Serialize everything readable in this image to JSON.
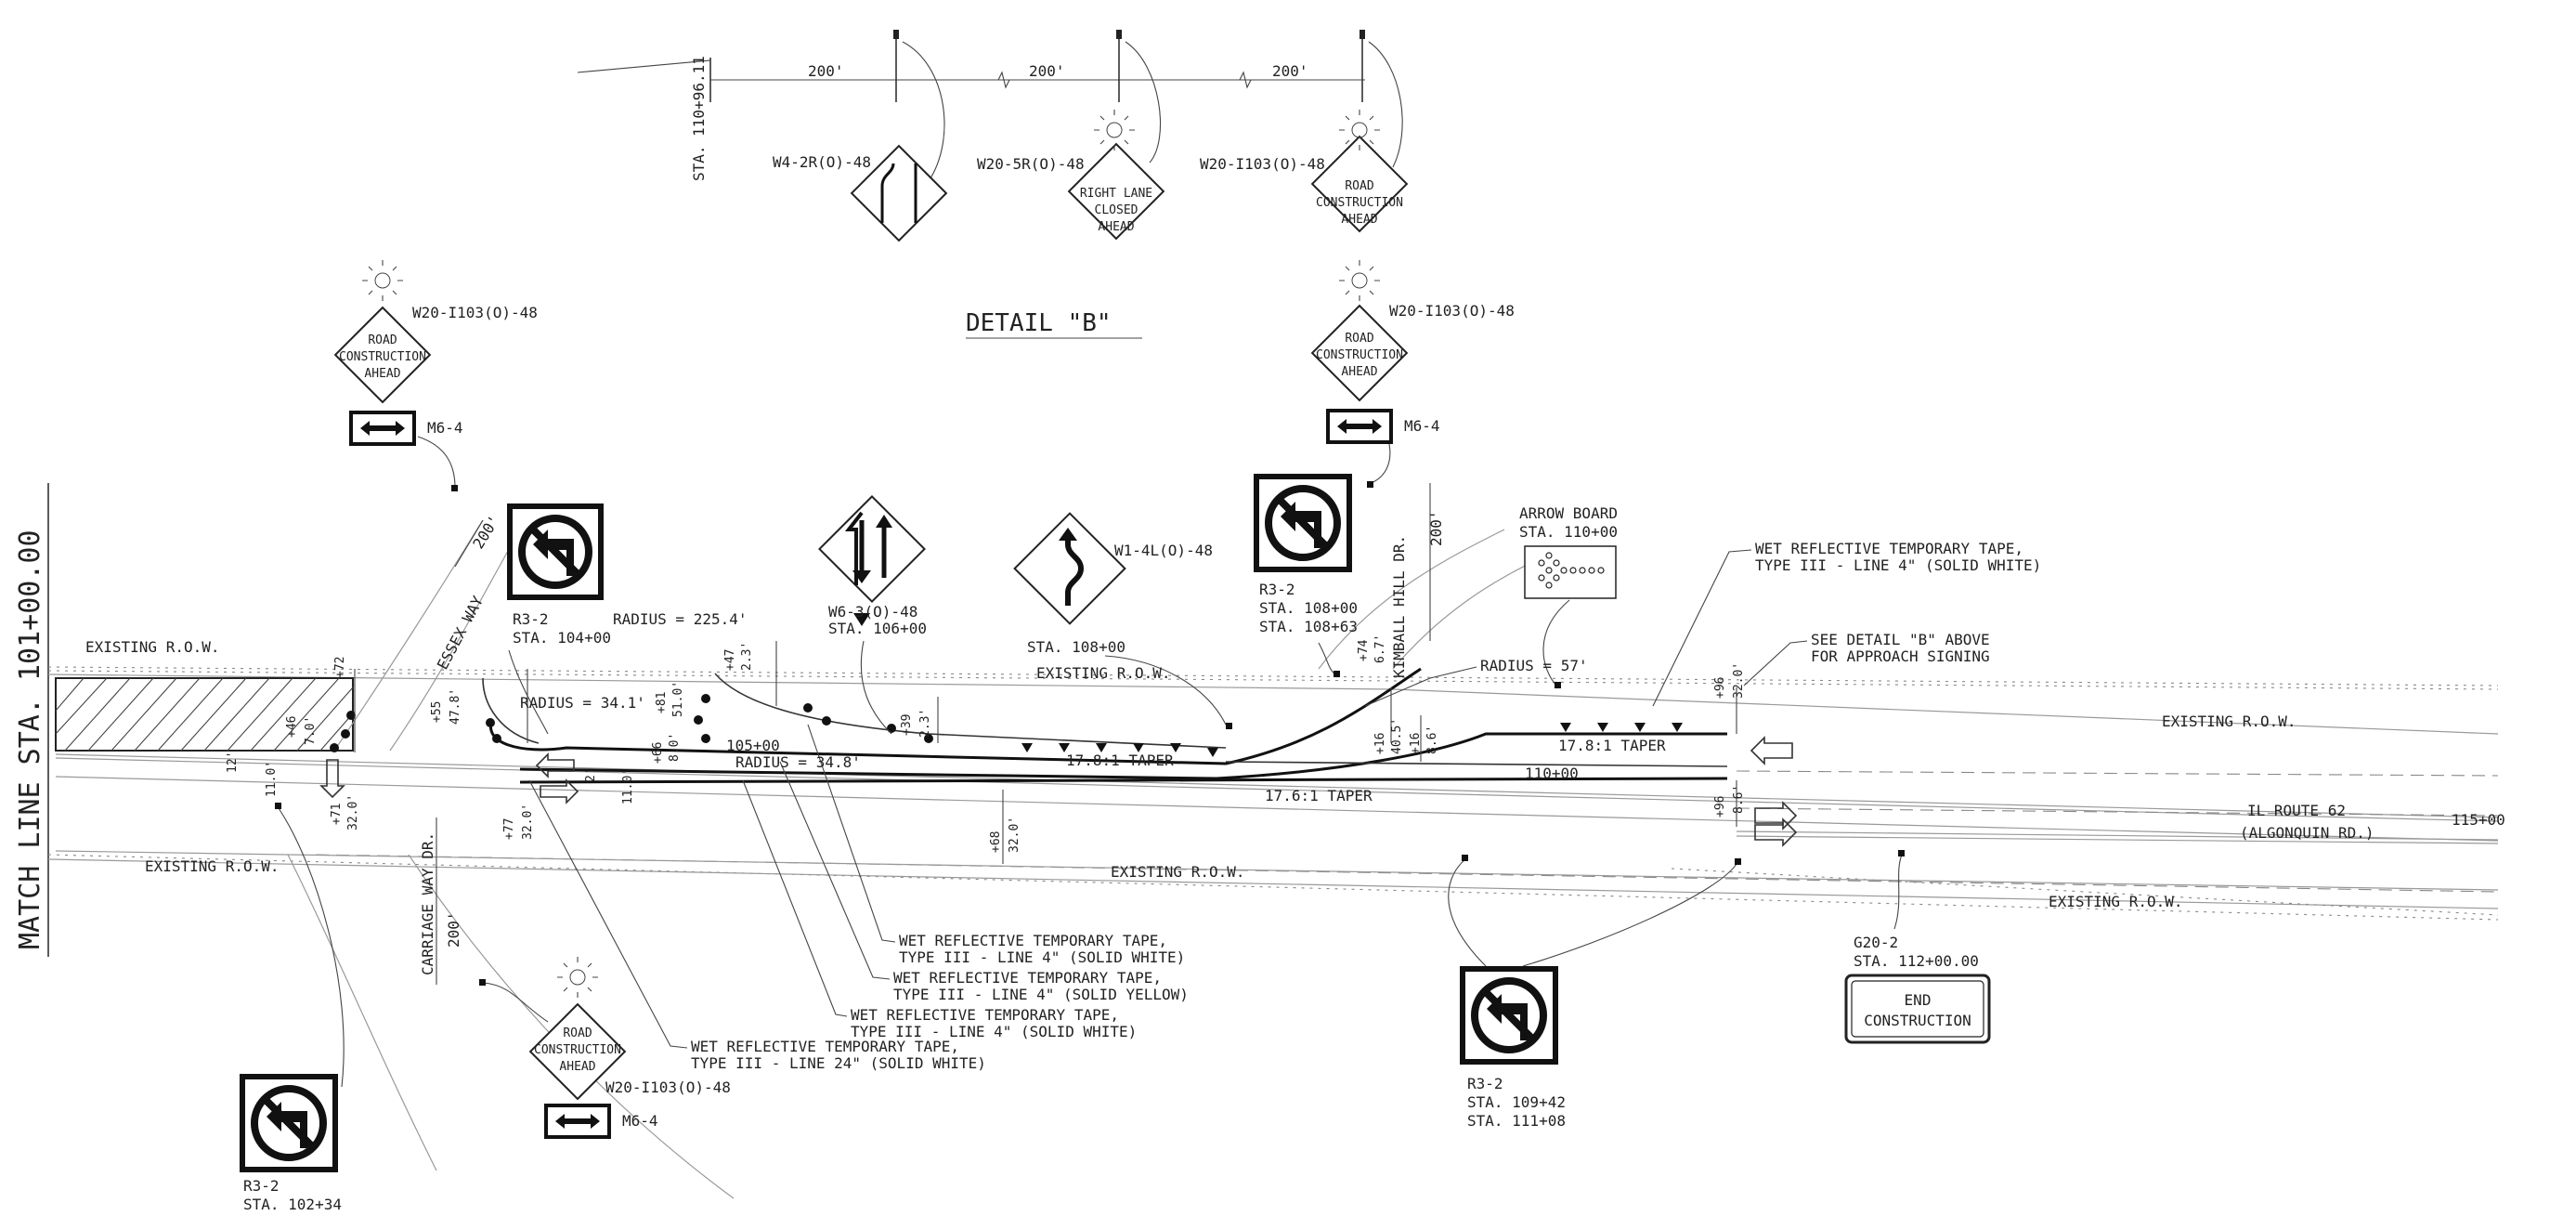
{
  "detail_title": "DETAIL \"B\"",
  "match_line": "MATCH LINE STA. 101+00.00",
  "detail_b": {
    "station": "STA. 110+96.11",
    "spacing": [
      "200'",
      "200'",
      "200'"
    ],
    "signs": [
      {
        "code": "W4-2R(O)-48",
        "kind": "lane-merge"
      },
      {
        "code": "W20-5R(O)-48",
        "kind": "text",
        "lines": [
          "RIGHT LANE",
          "CLOSED",
          "AHEAD"
        ]
      },
      {
        "code": "W20-I103(O)-48",
        "kind": "text",
        "lines": [
          "ROAD",
          "CONSTRUCTION",
          "AHEAD"
        ]
      }
    ]
  },
  "road_construction_lines": [
    "ROAD",
    "CONSTRUCTION",
    "AHEAD"
  ],
  "signs": {
    "w20_top_left": "W20-I103(O)-48",
    "m6_top_left": "M6-4",
    "w20_top_right": "W20-I103(O)-48",
    "m6_top_right": "M6-4",
    "w20_bottom": "W20-I103(O)-48",
    "m6_bottom": "M6-4",
    "w6_code": "W6-3(O)-48",
    "w6_sta": "STA. 106+00",
    "w1_code": "W1-4L(O)-48",
    "w1_sta": "STA. 108+00",
    "r3_104_code": "R3-2",
    "r3_104_sta": "STA. 104+00",
    "r3_108_code": "R3-2",
    "r3_108_sta1": "STA. 108+00",
    "r3_108_sta2": "STA. 108+63",
    "r3_109_code": "R3-2",
    "r3_109_sta1": "STA. 109+42",
    "r3_109_sta2": "STA. 111+08",
    "r3_102_code": "R3-2",
    "r3_102_sta": "STA. 102+34",
    "arrow_board_label": "ARROW BOARD",
    "arrow_board_sta": "STA. 110+00",
    "g20_code": "G20-2",
    "g20_sta": "STA. 112+00.00",
    "end_construction": [
      "END",
      "CONSTRUCTION"
    ]
  },
  "notes": {
    "tape_white_4_top": [
      "WET REFLECTIVE TEMPORARY TAPE,",
      "TYPE III - LINE 4\" (SOLID WHITE)"
    ],
    "see_detail": [
      "SEE DETAIL \"B\" ABOVE",
      "FOR APPROACH SIGNING"
    ],
    "tape_white_4": [
      "WET REFLECTIVE TEMPORARY TAPE,",
      "TYPE III - LINE 4\" (SOLID WHITE)"
    ],
    "tape_yellow_4": [
      "WET REFLECTIVE TEMPORARY TAPE,",
      "TYPE III - LINE 4\" (SOLID YELLOW)"
    ],
    "tape_white_4b": [
      "WET REFLECTIVE TEMPORARY TAPE,",
      "TYPE III - LINE 4\" (SOLID WHITE)"
    ],
    "tape_white_24": [
      "WET REFLECTIVE TEMPORARY TAPE,",
      "TYPE III - LINE 24\" (SOLID WHITE)"
    ]
  },
  "labels": {
    "existing_row": "EXISTING R.O.W.",
    "essex_way": "ESSEX WAY",
    "kimball_hill": "KIMBALL HILL DR.",
    "carriage_way": "CARRIAGE WAY DR.",
    "il_route": "IL ROUTE 62",
    "algonquin": "(ALGONQUIN RD.)",
    "sta_105": "105+00",
    "sta_110": "110+00",
    "sta_115": "115+00",
    "radius_225": "RADIUS = 225.4'",
    "radius_34_1": "RADIUS = 34.1'",
    "radius_34_8": "RADIUS = 34.8'",
    "radius_57": "RADIUS = 57'",
    "taper_a": "17.8:1 TAPER",
    "taper_b": "17.6:1 TAPER",
    "taper_c": "17.8:1 TAPER",
    "dist_200_essex": "200'",
    "dist_200_kimball": "200'",
    "dist_200_carriage": "200'"
  },
  "dims": {
    "d_72": "+72",
    "d_46": "+46",
    "d_7": "7.0'",
    "d_12": "12'",
    "d_11": "11.0'",
    "d_71": "+71",
    "d_32a": "32.0'",
    "d_55": "+55",
    "d_478": "47.8'",
    "d_81": "+81",
    "d_510": "51.0'",
    "d_66": "+66",
    "d_80": "8.0'",
    "d_47": "+47",
    "d_23a": "2.3'",
    "d_77": "+77",
    "d_32b": "32.0'",
    "d_2a": "2'",
    "d_11b": "11.0'",
    "d_39": "+39",
    "d_23b": "2.3'",
    "d_68": "+68",
    "d_32c": "32.0'",
    "d_74": "+74",
    "d_67": "6.7'",
    "d_16": "+16",
    "d_405": "40.5'",
    "d_16b": "+16",
    "d_86": "8.6'",
    "d_96a": "+96",
    "d_32d": "32.0'",
    "d_96b": "+96",
    "d_86b": "8.6'"
  }
}
